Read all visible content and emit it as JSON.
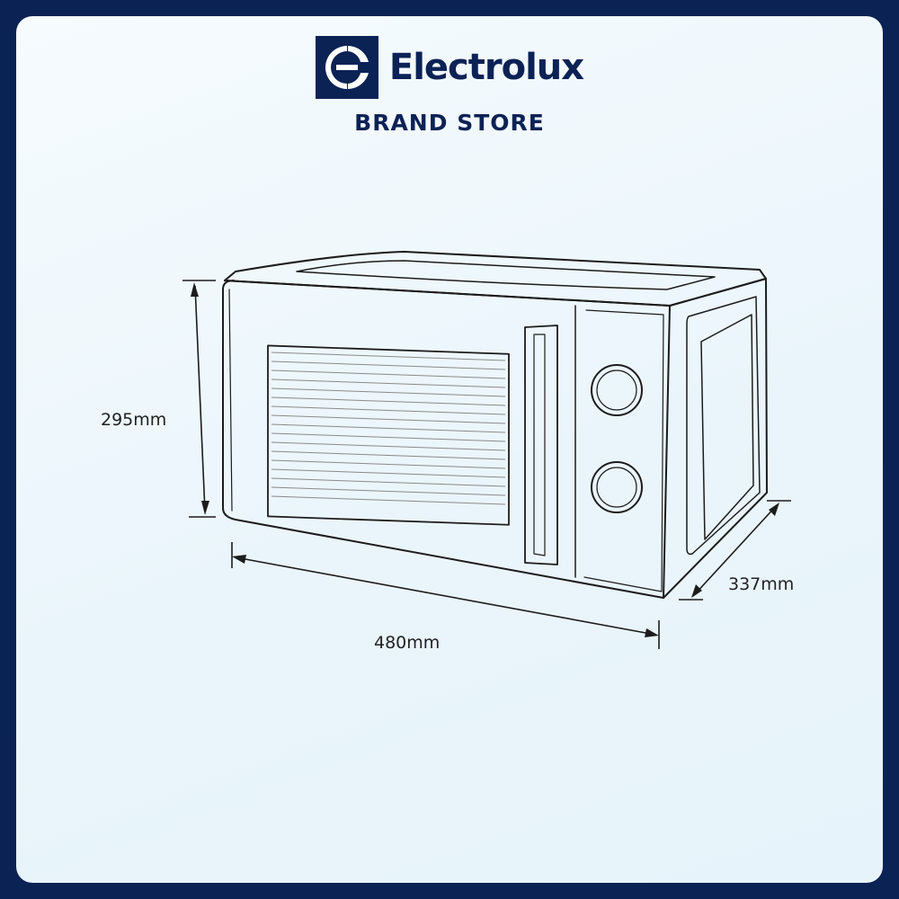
{
  "brand": {
    "logo_icon": "electrolux-logo-icon",
    "name": "Electrolux",
    "subtitle": "BRAND STORE",
    "color": "#0b2255"
  },
  "dimensions": {
    "height": "295mm",
    "width": "480mm",
    "depth": "337mm"
  },
  "product": {
    "icon": "microwave-oven-line-drawing",
    "knobs": [
      "upper-dial-icon",
      "lower-dial-icon"
    ]
  }
}
